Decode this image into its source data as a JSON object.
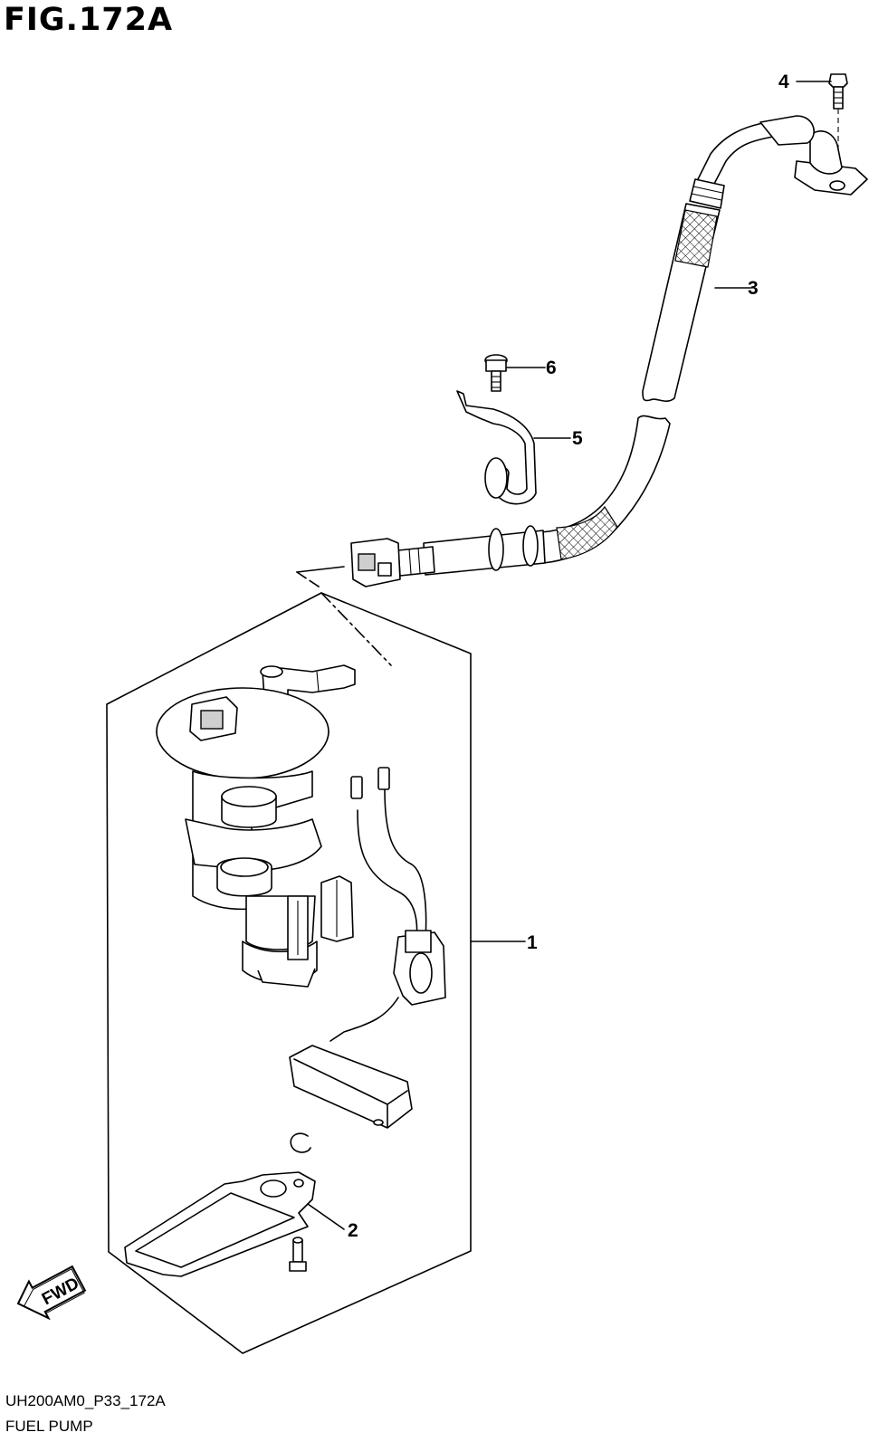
{
  "figure": {
    "title": "FIG.172A",
    "code": "UH200AM0_P33_172A",
    "description": "FUEL PUMP"
  },
  "callouts": [
    {
      "id": "1",
      "label": "1"
    },
    {
      "id": "2",
      "label": "2"
    },
    {
      "id": "3",
      "label": "3"
    },
    {
      "id": "4",
      "label": "4"
    },
    {
      "id": "5",
      "label": "5"
    },
    {
      "id": "6",
      "label": "6"
    }
  ],
  "fwd_arrow": {
    "label": "FWD"
  }
}
